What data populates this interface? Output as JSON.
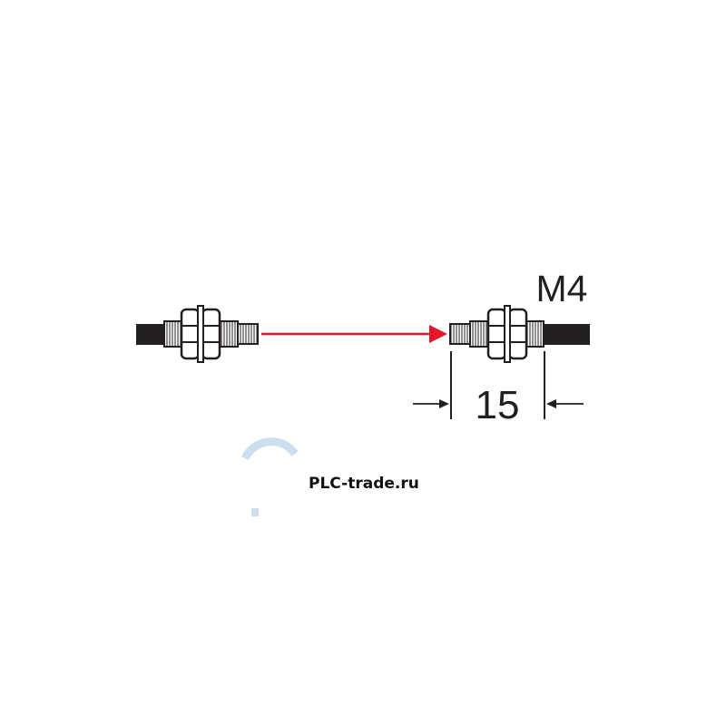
{
  "diagram": {
    "size_label": "M4",
    "dimension_label": "15",
    "beam_color": "#e3192b",
    "cable_color": "#231f20"
  },
  "watermark": {
    "text": "PLC-trade.ru",
    "logo_color": "#c7dbee"
  }
}
